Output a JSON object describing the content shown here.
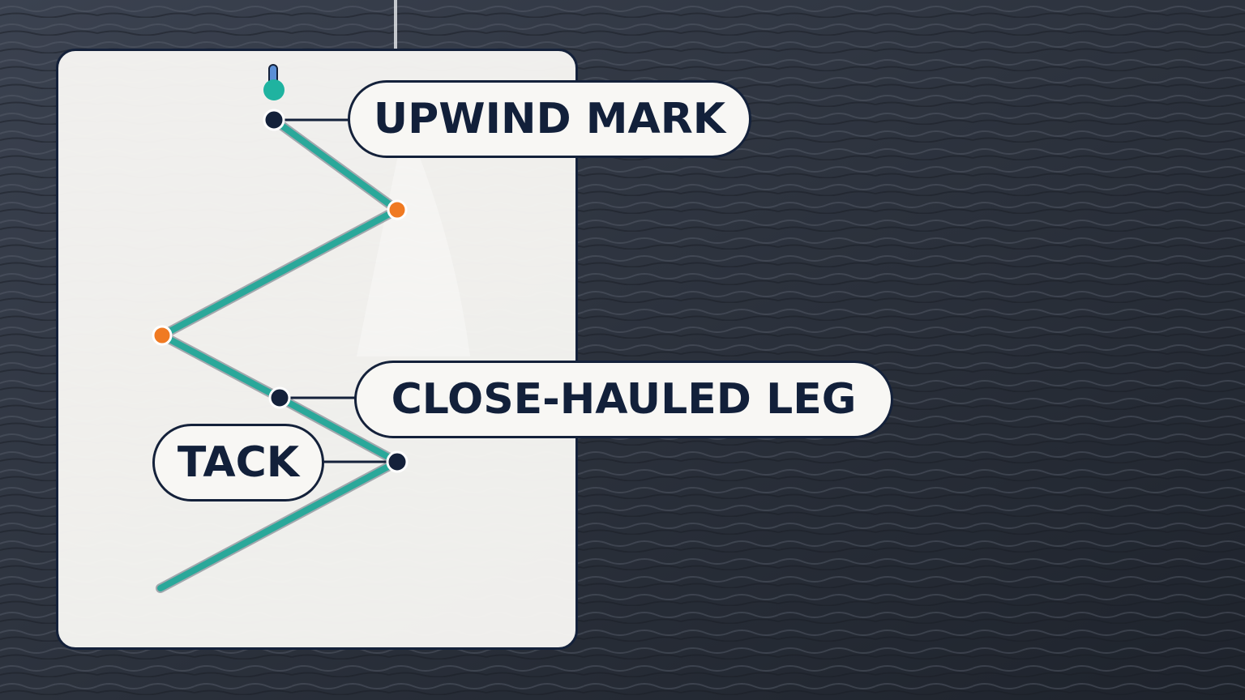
{
  "labels": {
    "upwind_mark": "UPWIND MARK",
    "close_hauled_leg": "CLOSE-HAULED LEG",
    "tack": "TACK"
  },
  "colors": {
    "course_line": "#2aa89a",
    "tack_point": "#f07a22",
    "callout_point": "#14213a",
    "mark_buoy": "#1fb3a0",
    "panel_border": "#14213a",
    "label_text": "#12203a",
    "label_fill": "#f8f7f4",
    "water": "#2f3540"
  }
}
